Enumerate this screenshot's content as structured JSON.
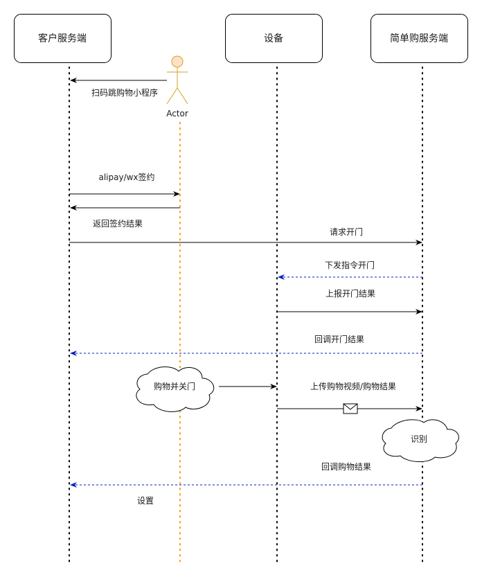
{
  "participants": [
    {
      "id": "client",
      "label": "客户服务端"
    },
    {
      "id": "device",
      "label": "设备"
    },
    {
      "id": "server",
      "label": "简单购服务端"
    }
  ],
  "actor": {
    "label": "Actor",
    "color": "#d6a21e",
    "fill": "#ffe0c7"
  },
  "messages": [
    {
      "label": "扫码跳购物小程序",
      "from": "actor",
      "to": "client",
      "style": "solid"
    },
    {
      "label": "alipay/wx签约",
      "from": "client",
      "to": "actor",
      "style": "solid"
    },
    {
      "label": "返回签约结果",
      "from": "actor",
      "to": "client",
      "style": "solid"
    },
    {
      "label": "请求开门",
      "from": "client",
      "to": "server",
      "style": "solid"
    },
    {
      "label": "下发指令开门",
      "from": "server",
      "to": "device",
      "style": "dashed"
    },
    {
      "label": "上报开门结果",
      "from": "device",
      "to": "server",
      "style": "solid"
    },
    {
      "label": "回调开门结果",
      "from": "server",
      "to": "client",
      "style": "dashed"
    },
    {
      "label": "",
      "from": "cloud-shopping",
      "to": "device",
      "style": "solid"
    },
    {
      "label": "上传购物视频/购物结果",
      "from": "device",
      "to": "server",
      "style": "solid",
      "envelope": true
    },
    {
      "label": "回调购物结果",
      "from": "server",
      "to": "client",
      "style": "dashed"
    }
  ],
  "clouds": [
    {
      "id": "cloud-shopping",
      "label": "购物并关门"
    },
    {
      "id": "cloud-recognize",
      "label": "识别"
    }
  ],
  "notes": [
    {
      "label": "设置"
    }
  ],
  "colors": {
    "line": "#000000",
    "dashed": "#001dbc",
    "lifeline": "#000000",
    "actor_lifeline": "#f0a30a"
  }
}
